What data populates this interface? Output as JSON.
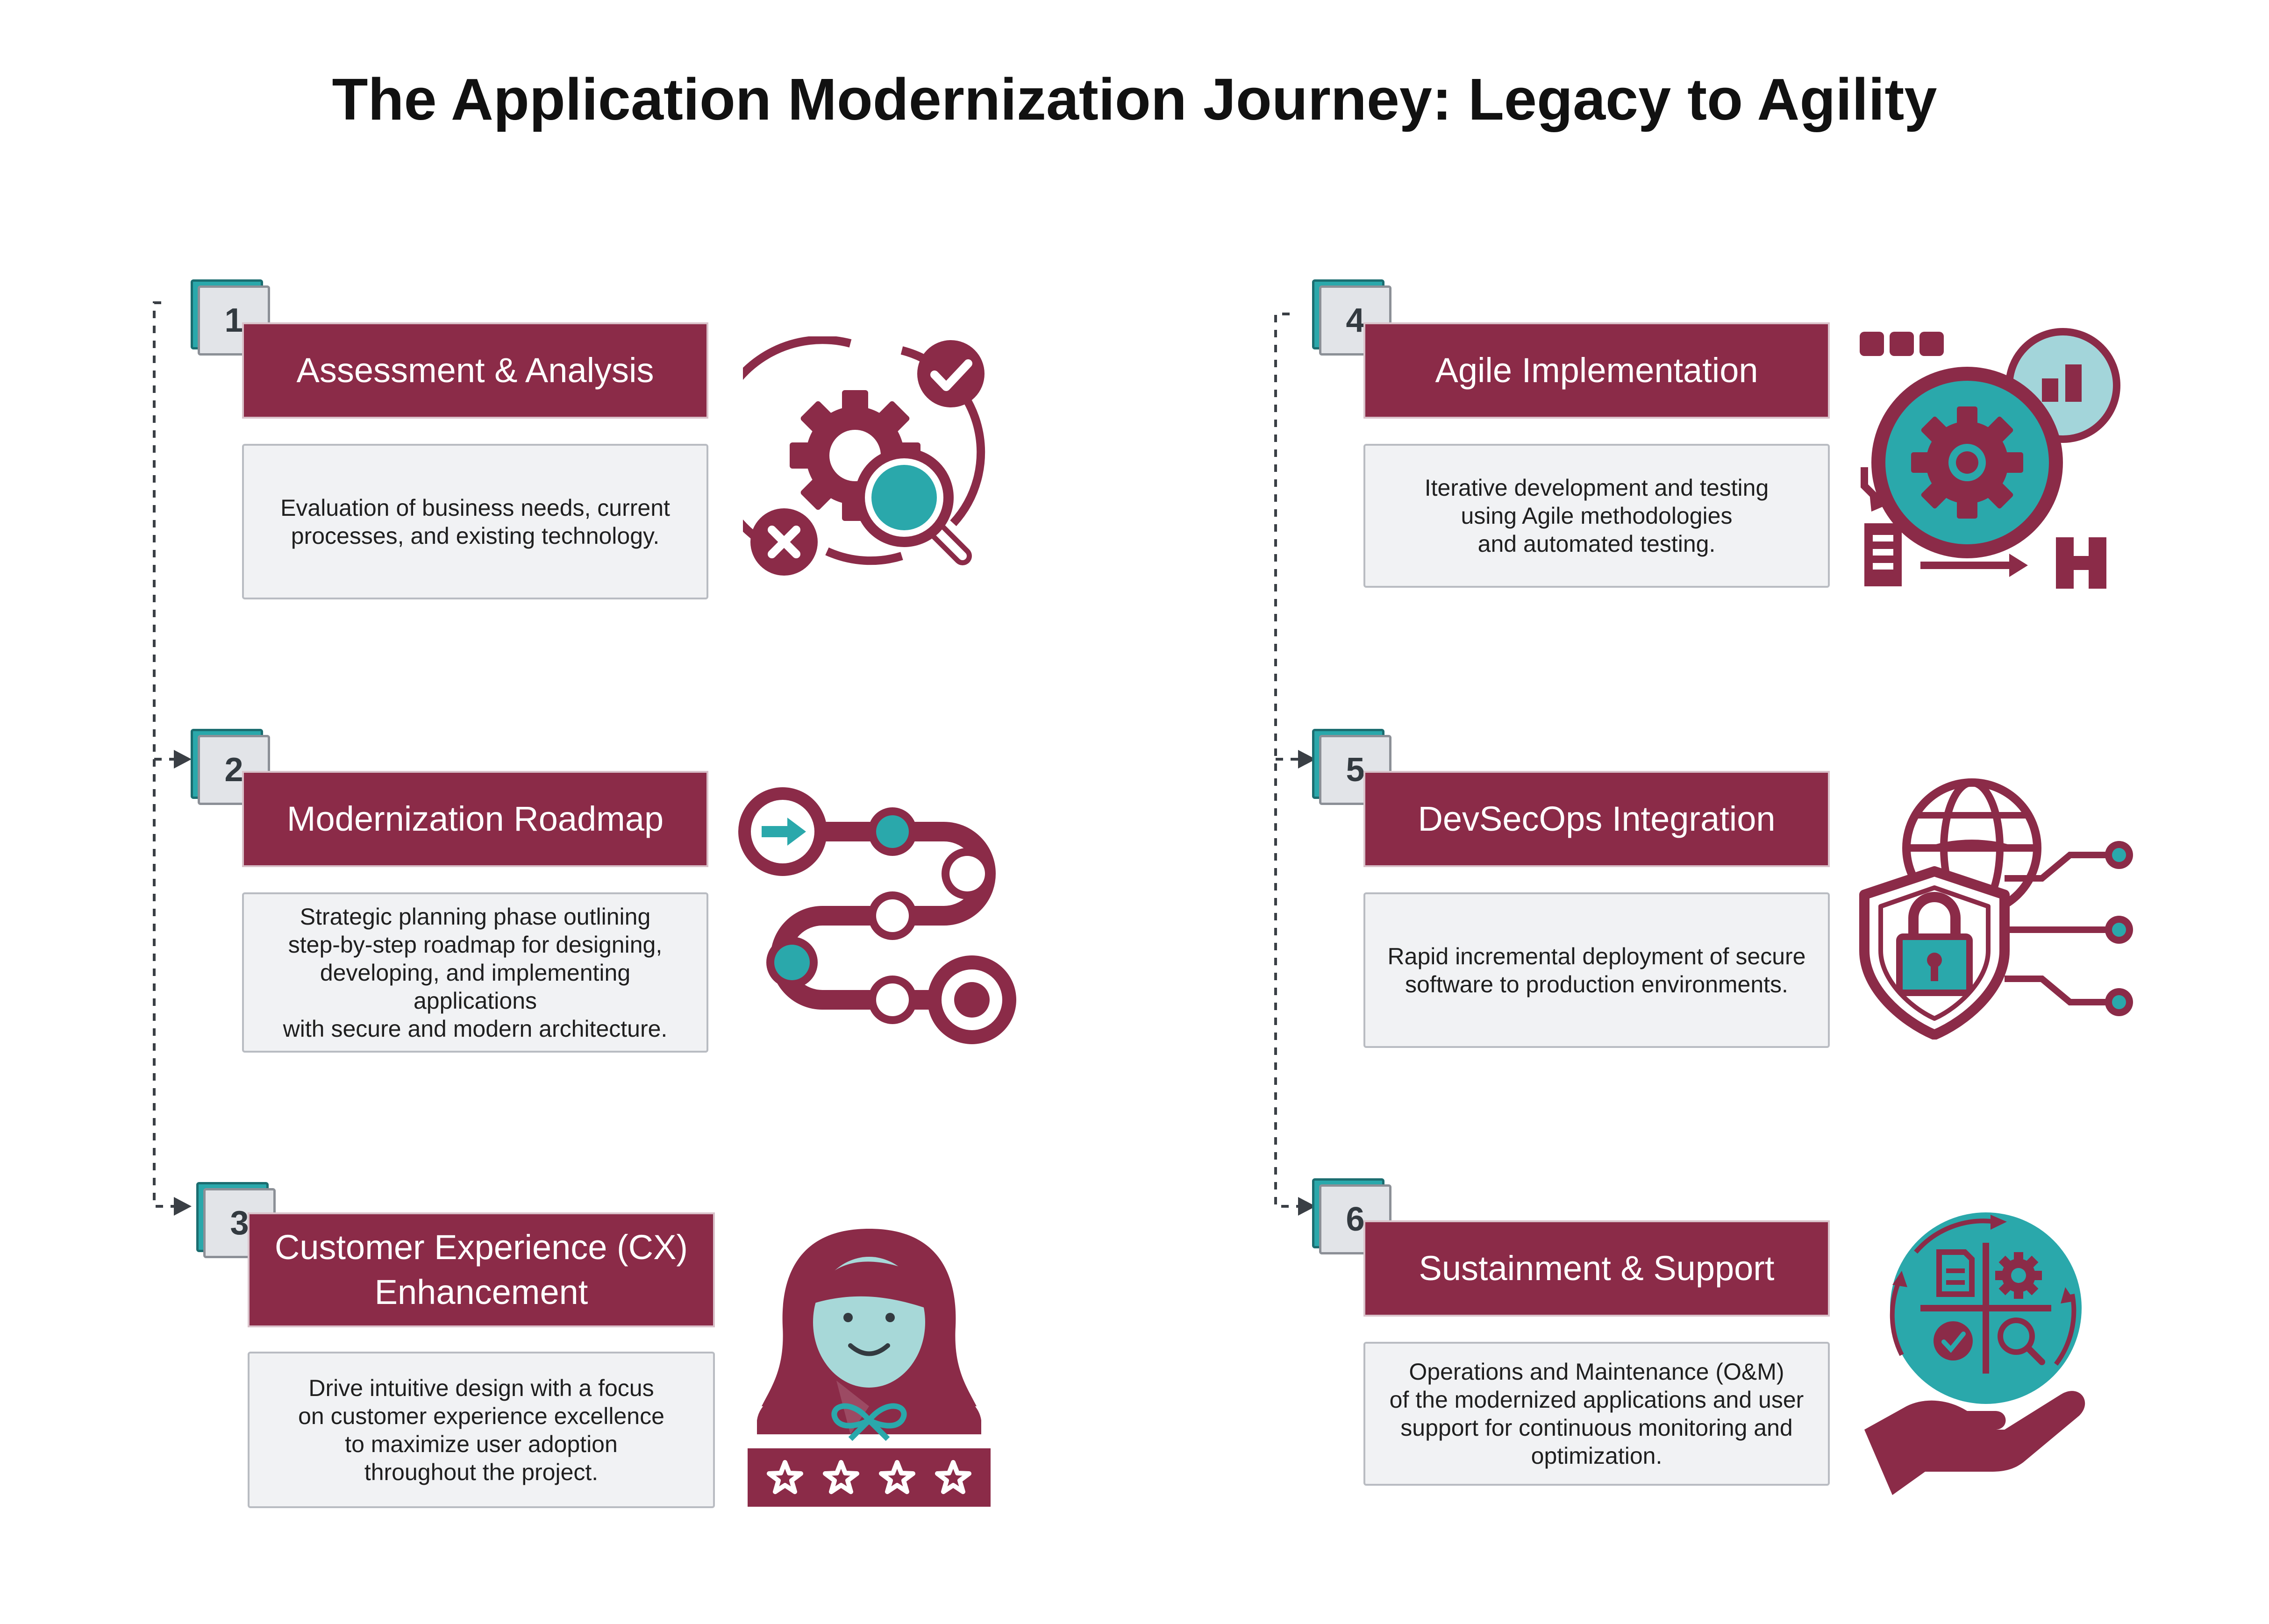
{
  "title": "The Application Modernization Journey: Legacy to Agility",
  "colors": {
    "maroon": "#8b2b48",
    "teal": "#2aa8ab",
    "light_teal": "#a3d5da",
    "panel": "#f1f2f4",
    "face": "#a7d8d8"
  },
  "steps": [
    {
      "number": "1",
      "heading": "Assessment & Analysis",
      "description": "Evaluation of business needs, current\nprocesses, and existing technology.",
      "icon": "gear-magnifier-icon"
    },
    {
      "number": "2",
      "heading": "Modernization Roadmap",
      "description": "Strategic planning phase outlining\nstep-by-step roadmap for designing,\ndeveloping, and implementing applications\nwith secure and modern architecture.",
      "icon": "roadmap-path-icon"
    },
    {
      "number": "3",
      "heading": "Customer Experience\n(CX) Enhancement",
      "description": "Drive intuitive design with a focus\non customer experience excellence\nto maximize user adoption\nthroughout the project.",
      "icon": "customer-rating-icon"
    },
    {
      "number": "4",
      "heading": "Agile Implementation",
      "description": "Iterative development and testing\nusing Agile methodologies\nand automated testing.",
      "icon": "agile-gear-cycle-icon"
    },
    {
      "number": "5",
      "heading": "DevSecOps Integration",
      "description": "Rapid incremental deployment of secure\nsoftware to production environments.",
      "icon": "secure-globe-lock-icon"
    },
    {
      "number": "6",
      "heading": "Sustainment & Support",
      "description": "Operations and Maintenance (O&M)\nof the modernized applications and user\nsupport for continuous monitoring and\noptimization.",
      "icon": "hand-support-globe-icon"
    }
  ]
}
